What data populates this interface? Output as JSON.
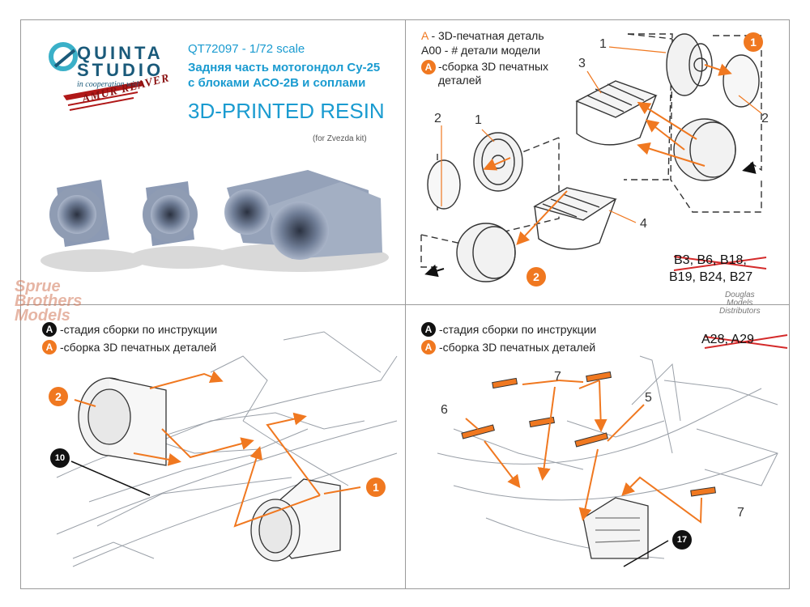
{
  "header": {
    "logo_line1": "QUINTA",
    "logo_line2": "STUDIO",
    "cooperation": "in cooperation with",
    "partner_logo": "AMUR REAVER",
    "product_code": "QT72097 - 1/72 scale",
    "title_line1": "Задняя часть мотогондол Су-25",
    "title_line2": "с блоками АСО-2В и соплами",
    "type": "3D-PRINTED RESIN",
    "kit_note": "(for Zvezda kit)"
  },
  "legend_top": {
    "a_letter": "A",
    "a_text": " - 3D-печатная деталь",
    "a00_text": "A00 - # детали модели",
    "badge_letter": "A",
    "badge_text_1": "-сборка 3D печатных",
    "badge_text_2": "деталей"
  },
  "parts_panel": {
    "numbers": [
      "1",
      "2",
      "3",
      "1",
      "2",
      "4"
    ],
    "badge_1": "1",
    "badge_2": "2",
    "removed_line1": "B3, B6, B18,",
    "removed_line2": "B19, B24, B27"
  },
  "step_left": {
    "legend_black_letter": "A",
    "legend_black_text": "-стадия сборки по инструкции",
    "legend_orange_letter": "A",
    "legend_orange_text": "-сборка 3D печатных деталей",
    "badge_2": "2",
    "badge_10": "10",
    "badge_1": "1"
  },
  "step_right": {
    "legend_black_letter": "A",
    "legend_black_text": "-стадия сборки по инструкции",
    "legend_orange_letter": "A",
    "legend_orange_text": "-сборка 3D печатных деталей",
    "removed": "A28, A29",
    "numbers": [
      "7",
      "6",
      "5",
      "7"
    ],
    "badge_17": "17"
  },
  "watermarks": {
    "sb_line1": "Sprue",
    "sb_line2": "Brothers",
    "sb_line3": "Models",
    "dm_line1": "Douglas",
    "dm_line2": "Models",
    "dm_line3": "Distributors"
  },
  "colors": {
    "accent_blue": "#1a9bd0",
    "orange": "#f07820",
    "red_strike": "#d42a2a",
    "resin_grey": "#8c9ab4"
  }
}
